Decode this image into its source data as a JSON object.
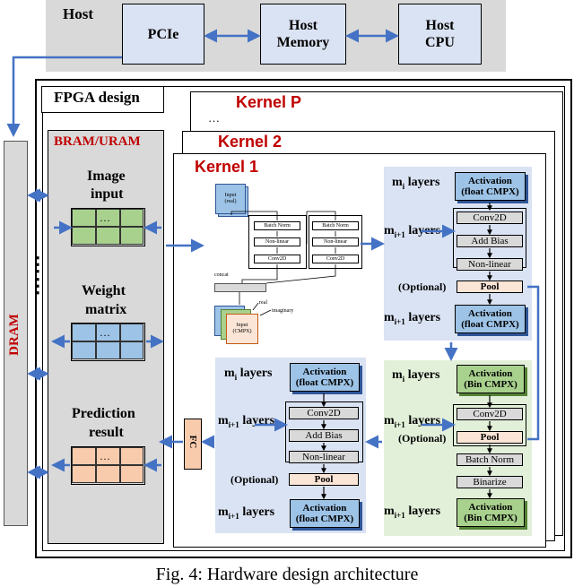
{
  "host": {
    "label": "Host",
    "pcie": "PCIe",
    "host_memory_l1": "Host",
    "host_memory_l2": "Memory",
    "host_cpu_l1": "Host",
    "host_cpu_l2": "CPU"
  },
  "fpga": {
    "label": "FPGA design",
    "dram": "DRAM",
    "dram_dots": "⋮",
    "bram": "BRAM/URAM",
    "image_l1": "Image",
    "image_l2": "input",
    "weight_l1": "Weight",
    "weight_l2": "matrix",
    "pred_l1": "Prediction",
    "pred_l2": "result",
    "grid_dots": "…",
    "kernel_p": "Kernel P",
    "kernel_2": "Kernel 2",
    "kernel_1": "Kernel 1",
    "kernel_dots": "…"
  },
  "network": {
    "input_real_l1": "Input",
    "input_real_l2": "(real)",
    "batch_norm": "Batch Norm",
    "non_linear": "Non-linear",
    "conv2d": "Conv2D",
    "concat": "concat",
    "real": "real",
    "imaginary": "imaginary",
    "input_cmpx_l1": "Input",
    "input_cmpx_l2": "(CMPX)"
  },
  "block_a": {
    "mi": "m",
    "mi_sub": "i",
    "mi1_sub": "i+1",
    "layers": " layers",
    "act_l1": "Activation",
    "act_float": "(float CMPX)",
    "conv": "Conv2D",
    "bias": "Add Bias",
    "nonlin": "Non-linear",
    "optional": "(Optional)",
    "pool": "Pool"
  },
  "block_b": {
    "act_l1": "Activation",
    "act_bin": "(Bin CMPX)",
    "conv": "Conv2D",
    "optional": "(Optional)",
    "pool": "Pool",
    "batch_norm": "Batch Norm",
    "binarize": "Binarize"
  },
  "fc": "FC",
  "caption": "Fig. 4: Hardware design architecture",
  "colors": {
    "host_bg": "#d9d9d9",
    "arrow": "#4472c4",
    "block_bg": "#dae3f3",
    "block_green_bg": "#e2f0d9",
    "act_blue": "#9dc3e6",
    "act_green": "#a9d18e",
    "pool": "#fbe5d6",
    "grid_green": "#a9d18e",
    "grid_blue": "#9dc3e6",
    "grid_orange": "#f8cbad",
    "red": "#c00000"
  }
}
